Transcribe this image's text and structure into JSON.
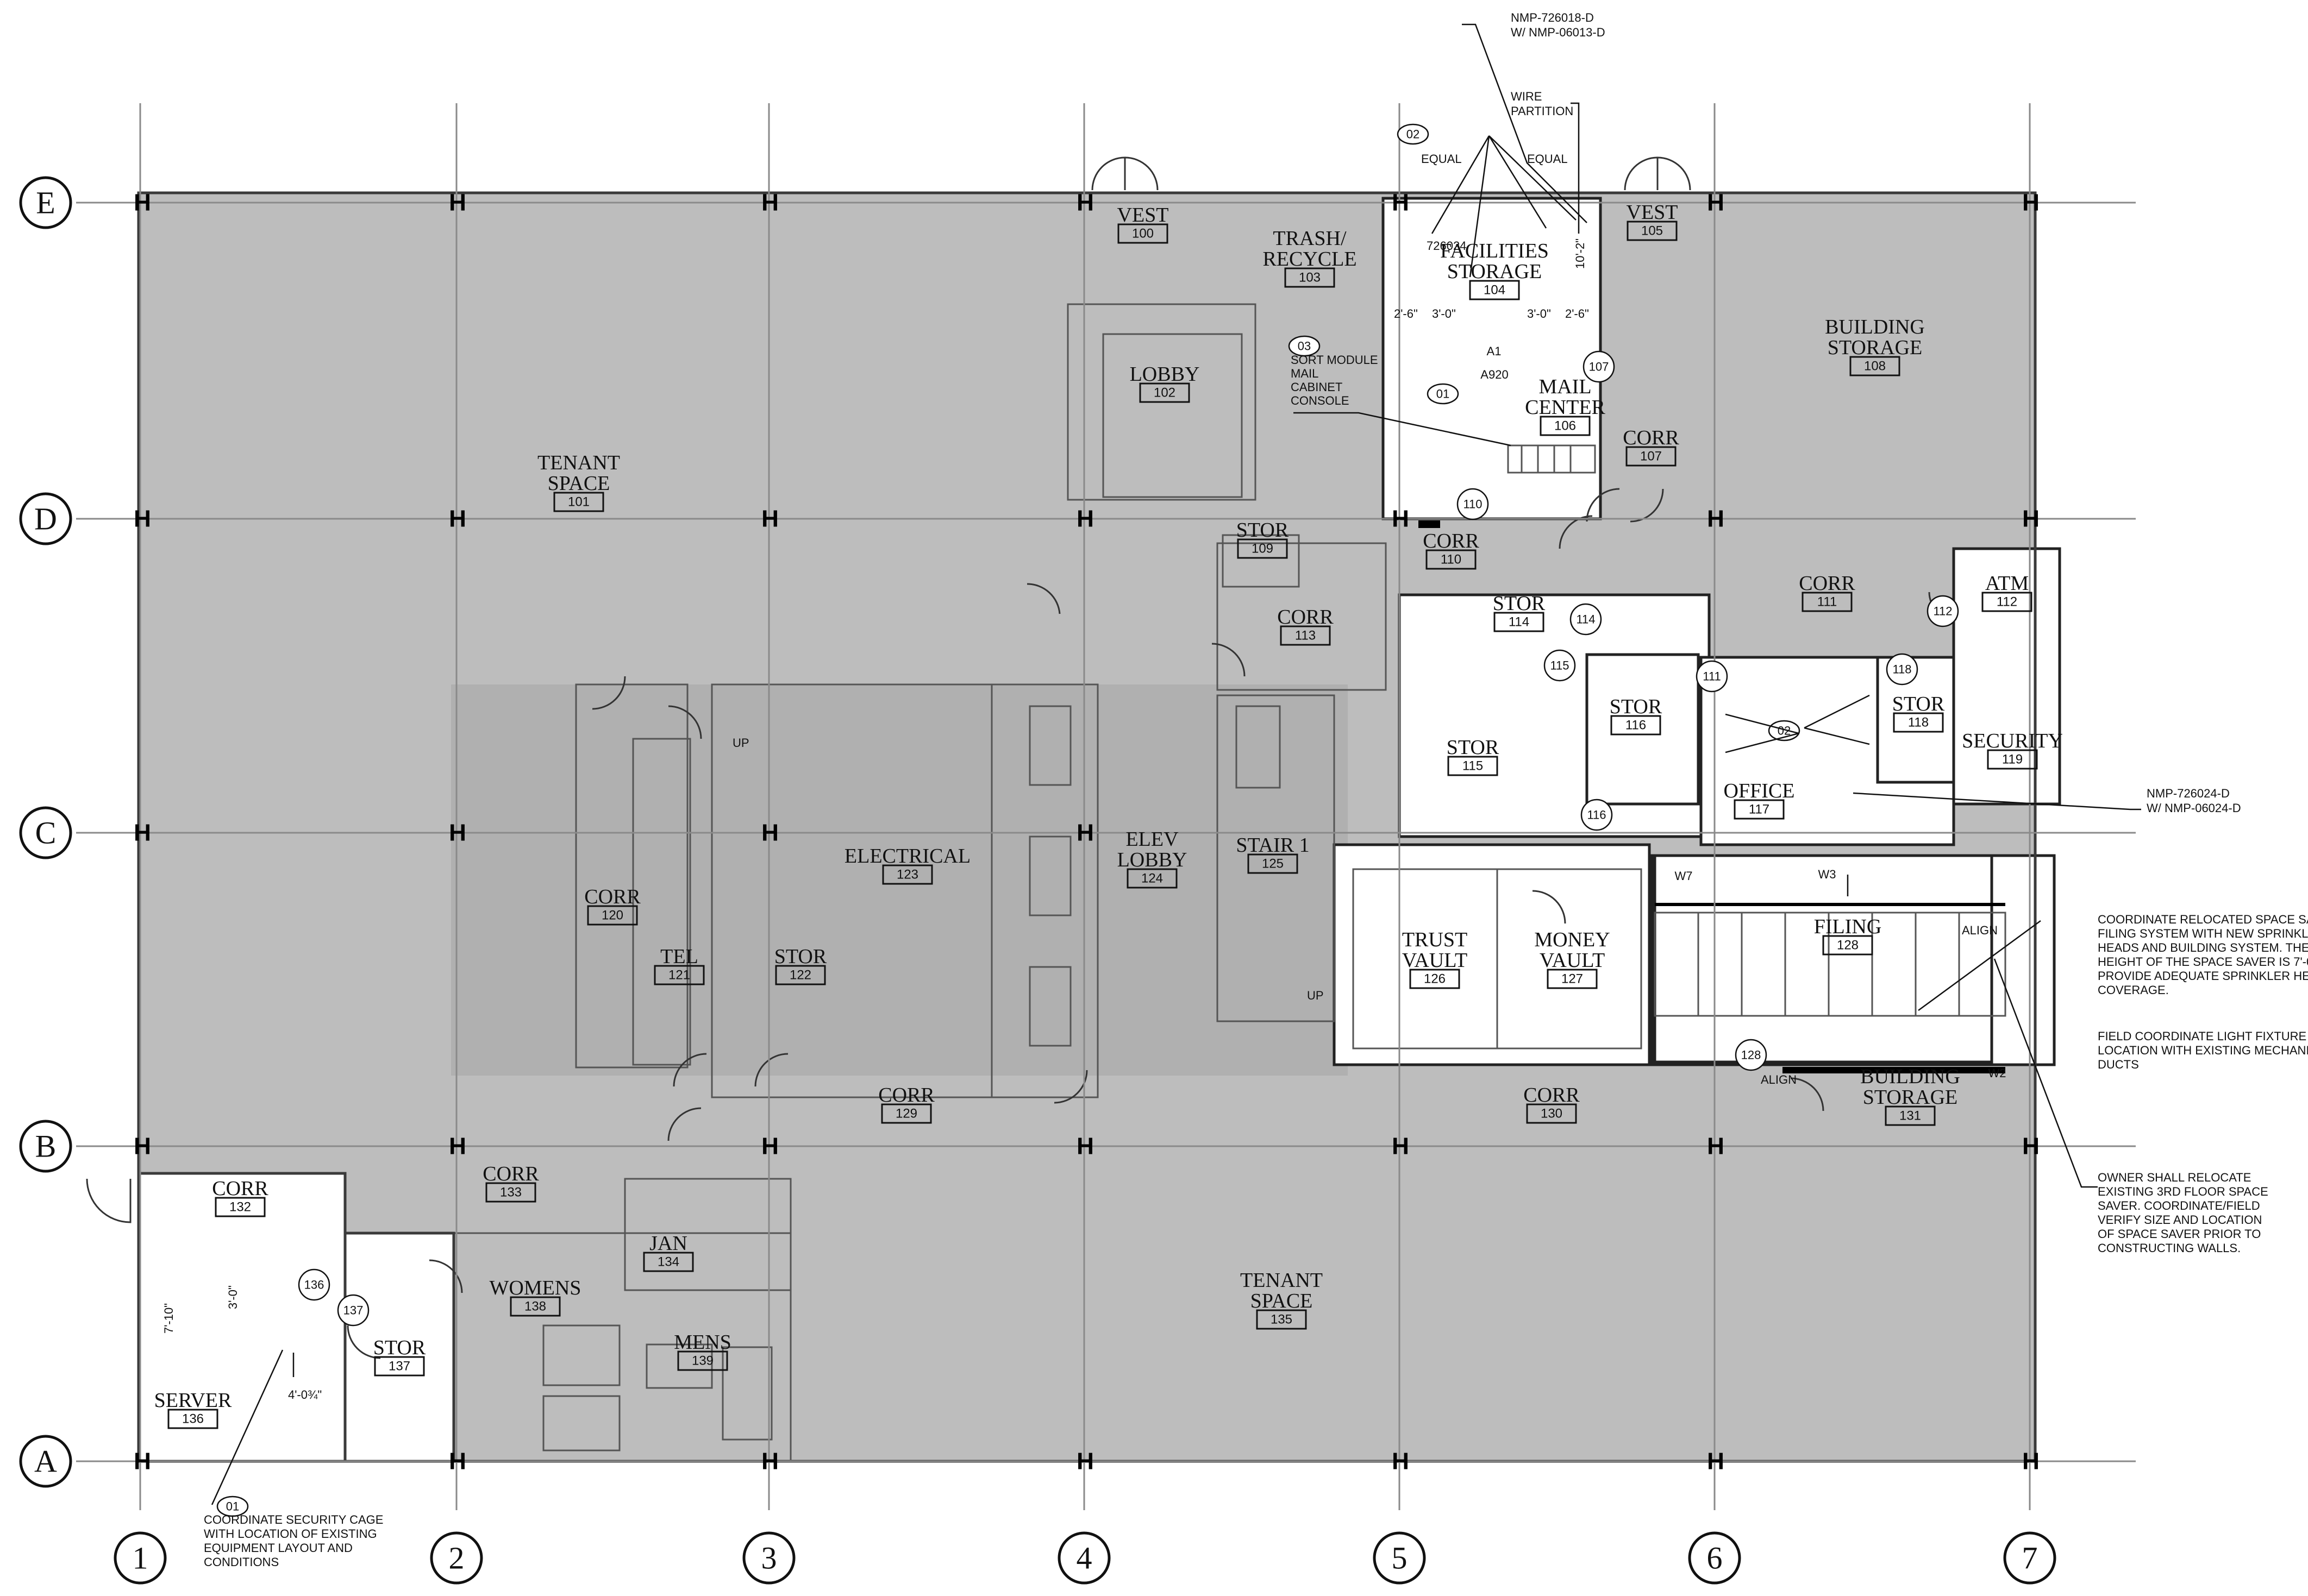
{
  "grid": {
    "columns": [
      "1",
      "2",
      "3",
      "4",
      "5",
      "6",
      "7"
    ],
    "rows": [
      "E",
      "D",
      "C",
      "B",
      "A"
    ]
  },
  "rooms": [
    {
      "id": "r101",
      "name": "TENANT\nSPACE",
      "number": "101"
    },
    {
      "id": "r100",
      "name": "VEST",
      "number": "100"
    },
    {
      "id": "r102",
      "name": "LOBBY",
      "number": "102"
    },
    {
      "id": "r103",
      "name": "TRASH/\nRECYCLE",
      "number": "103"
    },
    {
      "id": "r104",
      "name": "FACILITIES\nSTORAGE",
      "number": "104"
    },
    {
      "id": "r105",
      "name": "VEST",
      "number": "105"
    },
    {
      "id": "r106",
      "name": "MAIL\nCENTER",
      "number": "106"
    },
    {
      "id": "r107",
      "name": "CORR",
      "number": "107"
    },
    {
      "id": "r108",
      "name": "BUILDING\nSTORAGE",
      "number": "108"
    },
    {
      "id": "r109",
      "name": "STOR",
      "number": "109"
    },
    {
      "id": "r110",
      "name": "CORR",
      "number": "110"
    },
    {
      "id": "r111",
      "name": "CORR",
      "number": "111"
    },
    {
      "id": "r112",
      "name": "ATM",
      "number": "112"
    },
    {
      "id": "r113",
      "name": "CORR",
      "number": "113"
    },
    {
      "id": "r114",
      "name": "STOR",
      "number": "114"
    },
    {
      "id": "r115",
      "name": "STOR",
      "number": "115"
    },
    {
      "id": "r116",
      "name": "STOR",
      "number": "116"
    },
    {
      "id": "r117",
      "name": "OFFICE",
      "number": "117"
    },
    {
      "id": "r118",
      "name": "STOR",
      "number": "118"
    },
    {
      "id": "r119",
      "name": "SECURITY",
      "number": "119"
    },
    {
      "id": "r120",
      "name": "CORR",
      "number": "120"
    },
    {
      "id": "r121",
      "name": "TEL",
      "number": "121"
    },
    {
      "id": "r122",
      "name": "STOR",
      "number": "122"
    },
    {
      "id": "r123",
      "name": "ELECTRICAL",
      "number": "123"
    },
    {
      "id": "r124",
      "name": "ELEV\nLOBBY",
      "number": "124"
    },
    {
      "id": "r125",
      "name": "STAIR 1",
      "number": "125"
    },
    {
      "id": "r126",
      "name": "TRUST\nVAULT",
      "number": "126"
    },
    {
      "id": "r127",
      "name": "MONEY\nVAULT",
      "number": "127"
    },
    {
      "id": "r128",
      "name": "FILING",
      "number": "128"
    },
    {
      "id": "r129",
      "name": "CORR",
      "number": "129"
    },
    {
      "id": "r130",
      "name": "CORR",
      "number": "130"
    },
    {
      "id": "r131",
      "name": "BUILDING\nSTORAGE",
      "number": "131"
    },
    {
      "id": "r132",
      "name": "CORR",
      "number": "132"
    },
    {
      "id": "r133",
      "name": "CORR",
      "number": "133"
    },
    {
      "id": "r134",
      "name": "JAN",
      "number": "134"
    },
    {
      "id": "r135",
      "name": "TENANT\nSPACE",
      "number": "135"
    },
    {
      "id": "r136",
      "name": "SERVER",
      "number": "136"
    },
    {
      "id": "r137",
      "name": "STOR",
      "number": "137"
    },
    {
      "id": "r138",
      "name": "WOMENS",
      "number": "138"
    },
    {
      "id": "r139",
      "name": "MENS",
      "number": "139"
    }
  ],
  "door_tags": [
    "107",
    "110",
    "111",
    "112",
    "114",
    "115",
    "116",
    "118",
    "128",
    "136",
    "137"
  ],
  "keynote_tags": [
    "01",
    "02",
    "03"
  ],
  "notes": {
    "top_ref": "NMP-726018-D\nW/ NMP-06013-D",
    "wire_partition": "WIRE\nPARTITION",
    "equal1": "EQUAL",
    "equal2": "EQUAL",
    "sort_module": "SORT MODULE\nMAIL\nCABINET\nCONSOLE",
    "right_ref": "NMP-726024-D\nW/ NMP-06024-D",
    "coordinate_space_saver": "COORDINATE RELOCATED SPACE SAVER\nFILING SYSTEM WITH NEW SPRINKLER\nHEADS AND BUILDING SYSTEM. THE\nHEIGHT OF THE SPACE SAVER IS 7'-0\".\nPROVIDE ADEQUATE SPRINKLER HEAD\nCOVERAGE.",
    "field_coordinate": "FIELD  COORDINATE LIGHT FIXTURE\nLOCATION WITH EXISTING MECHANICAL\nDUCTS",
    "owner_relocate": "OWNER SHALL RELOCATE\nEXISTING 3RD FLOOR SPACE\nSAVER. COORDINATE/FIELD\nVERIFY SIZE AND LOCATION\nOF SPACE SAVER PRIOR TO\nCONSTRUCTING WALLS.",
    "security_cage": "COORDINATE SECURITY CAGE\nWITH LOCATION OF EXISTING\nEQUIPMENT LAYOUT AND\nCONDITIONS",
    "align1": "ALIGN",
    "align2": "ALIGN",
    "up1": "UP",
    "up2": "UP",
    "w2": "W2",
    "w3": "W3",
    "w7": "W7",
    "a1": "A1",
    "a920": "A920",
    "ref_726024": "726024",
    "dim_7_10": "7'-10\"",
    "dim_3_0": "3'-0\"",
    "dim_4_0": "4'-0¾\"",
    "dim_2_6a": "2'-6\"",
    "dim_3_0a": "3'-0\"",
    "dim_3_0b": "3'-0\"",
    "dim_2_6b": "2'-6\"",
    "dim_10_2": "10'-2\""
  }
}
